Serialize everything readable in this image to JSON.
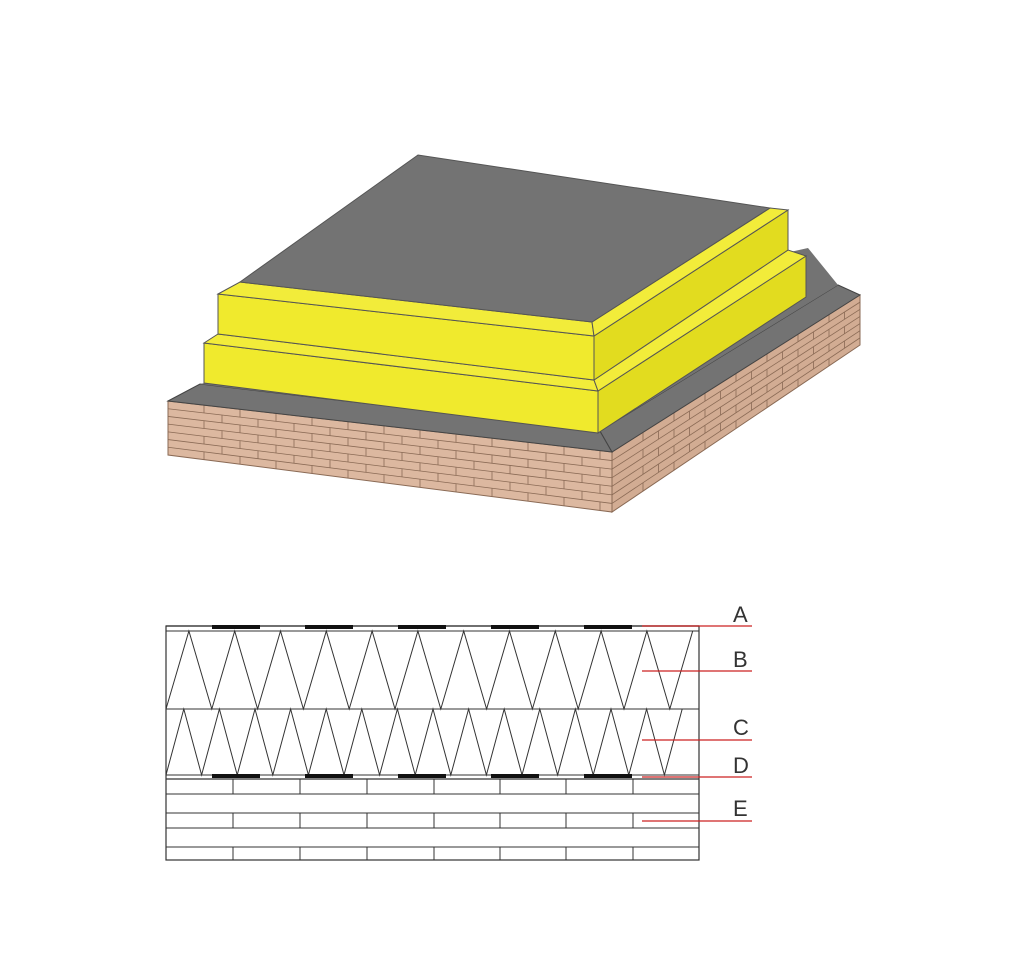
{
  "colors": {
    "membrane": "#737373",
    "membrane_dark": "#5c5c5c",
    "insulation_top": "#f2ec3a",
    "insulation_front": "#f0ea2d",
    "insulation_side": "#e2dc1f",
    "brick_front": "#dcb8a0",
    "brick_side": "#d2ac93",
    "mortar": "#8a6a55",
    "leader": "#cc2222",
    "outline": "#333333"
  },
  "section": {
    "labels": [
      {
        "id": "A",
        "text": "A"
      },
      {
        "id": "B",
        "text": "B"
      },
      {
        "id": "C",
        "text": "C"
      },
      {
        "id": "D",
        "text": "D"
      },
      {
        "id": "E",
        "text": "E"
      }
    ]
  }
}
